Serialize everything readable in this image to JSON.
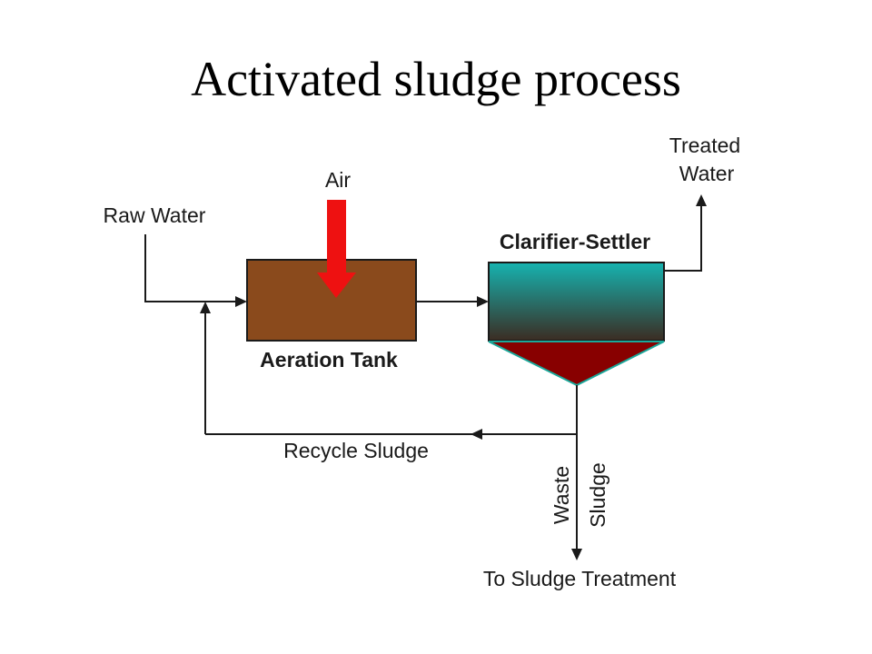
{
  "title": "Activated sludge process",
  "labels": {
    "air": "Air",
    "raw_water": "Raw Water",
    "aeration_tank": "Aeration Tank",
    "clarifier": "Clarifier-Settler",
    "treated_water_line1": "Treated",
    "treated_water_line2": "Water",
    "recycle_sludge": "Recycle Sludge",
    "waste_sludge_line1": "Waste",
    "waste_sludge_line2": "Sludge",
    "to_sludge_treatment": "To Sludge Treatment"
  },
  "colors": {
    "aeration_tank": "#8a4a1c",
    "air_arrow": "#ee1111",
    "clarifier_top": "#16b3b0",
    "clarifier_bottom": "#3b2c22",
    "sludge_cone": "#880000",
    "lines": "#1a1a1a"
  }
}
